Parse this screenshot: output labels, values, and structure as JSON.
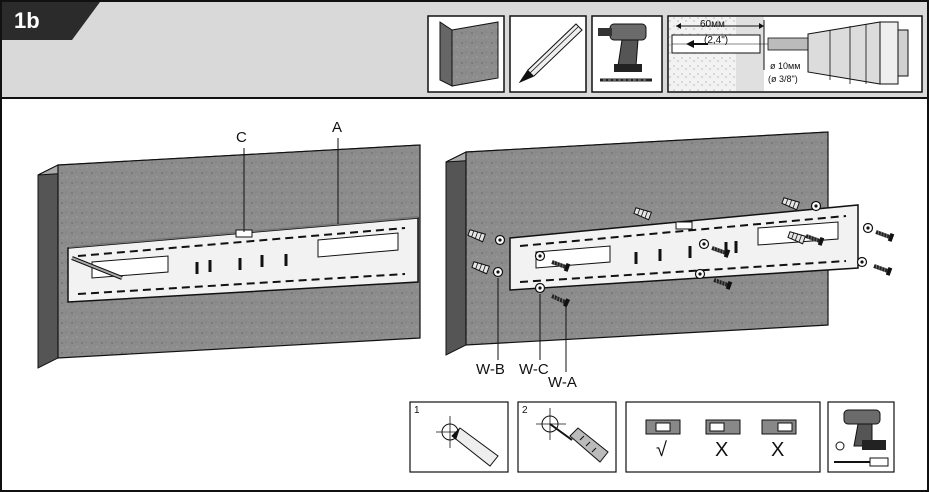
{
  "header": {
    "step": "1b",
    "tools": [
      "concrete-wall",
      "pencil",
      "drill",
      "drilling-depth"
    ],
    "drill_spec": {
      "depth_mm": "60мм",
      "depth_in": "(2,4\")",
      "dia_mm": "ø 10мм",
      "dia_in": "(ø 3/8\")"
    }
  },
  "left_panel": {
    "label_c": "C",
    "label_a": "A"
  },
  "right_panel": {
    "label_wb": "W-B",
    "label_wc": "W-C",
    "label_wa": "W-A"
  },
  "bottom_steps": {
    "step1": "1",
    "step2": "2",
    "check_ok": "√",
    "check_bad_1": "X",
    "check_bad_2": "X"
  },
  "colors": {
    "header_bg": "#d9d9d9",
    "tab_bg": "#2b2b2b",
    "wall": "#8a8a8a",
    "wall_top": "#a9a9a9",
    "wall_side": "#555555",
    "rail": "#eeeeee"
  }
}
